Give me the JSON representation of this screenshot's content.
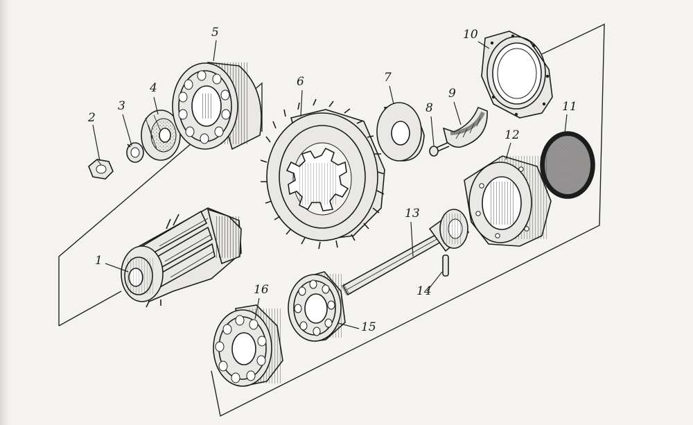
{
  "diagram": {
    "parts": [
      {
        "id": "shaft-gear",
        "label": "1"
      },
      {
        "id": "nut",
        "label": "2"
      },
      {
        "id": "lock-washer",
        "label": "3"
      },
      {
        "id": "washer",
        "label": "4"
      },
      {
        "id": "bearing-upper",
        "label": "5"
      },
      {
        "id": "large-gear",
        "label": "6"
      },
      {
        "id": "thrust-washer",
        "label": "7"
      },
      {
        "id": "bolt",
        "label": "8"
      },
      {
        "id": "lock-plate",
        "label": "9"
      },
      {
        "id": "gasket-plate",
        "label": "10"
      },
      {
        "id": "seal-ring",
        "label": "11"
      },
      {
        "id": "bearing-housing",
        "label": "12"
      },
      {
        "id": "long-shaft",
        "label": "13"
      },
      {
        "id": "pin",
        "label": "14"
      },
      {
        "id": "bearing-small",
        "label": "15"
      },
      {
        "id": "bearing-lower",
        "label": "16"
      }
    ]
  },
  "colors": {
    "ink": "#1c1c1c",
    "paper": "#f4f3f0"
  }
}
